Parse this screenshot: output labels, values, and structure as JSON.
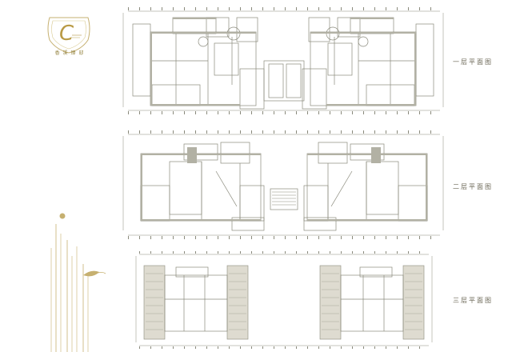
{
  "brand": {
    "tagline": "香 溪 臻 邸"
  },
  "floors": [
    {
      "label": "一层平面图"
    },
    {
      "label": "二层平面图"
    },
    {
      "label": "三层平面图"
    }
  ],
  "colors": {
    "line": "#8a8a7c",
    "wall": "#b2b1a4",
    "gold": "#c6b070",
    "stair": "#dedbd0"
  }
}
